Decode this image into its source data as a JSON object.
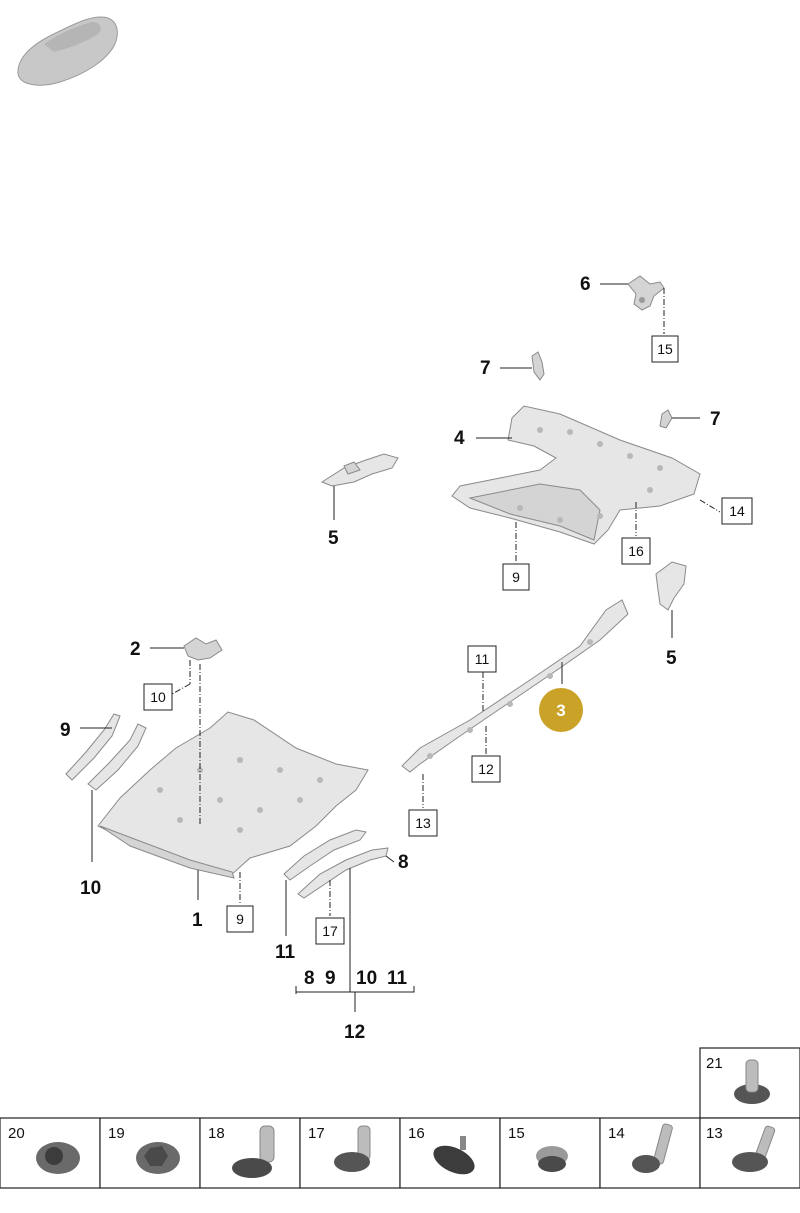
{
  "callouts": {
    "c1": "1",
    "c2": "2",
    "c3": "3",
    "c4": "4",
    "c5a": "5",
    "c5b": "5",
    "c6": "6",
    "c7a": "7",
    "c7b": "7",
    "c8": "8",
    "c9": "9",
    "c10": "10",
    "c11": "11",
    "c12": "12"
  },
  "group_12": {
    "members": [
      "8",
      "9",
      "10",
      "11"
    ]
  },
  "boxed_refs": {
    "r15": "15",
    "r14": "14",
    "r16": "16",
    "r9a": "9",
    "r11": "11",
    "r12": "12",
    "r13": "13",
    "r10": "10",
    "r9b": "9",
    "r17": "17"
  },
  "highlight": {
    "label": "3",
    "color": "#c9a227"
  },
  "fasteners": {
    "top": {
      "label": "21"
    },
    "row": [
      {
        "label": "20"
      },
      {
        "label": "19"
      },
      {
        "label": "18"
      },
      {
        "label": "17"
      },
      {
        "label": "16"
      },
      {
        "label": "15"
      },
      {
        "label": "14"
      },
      {
        "label": "13"
      }
    ]
  }
}
